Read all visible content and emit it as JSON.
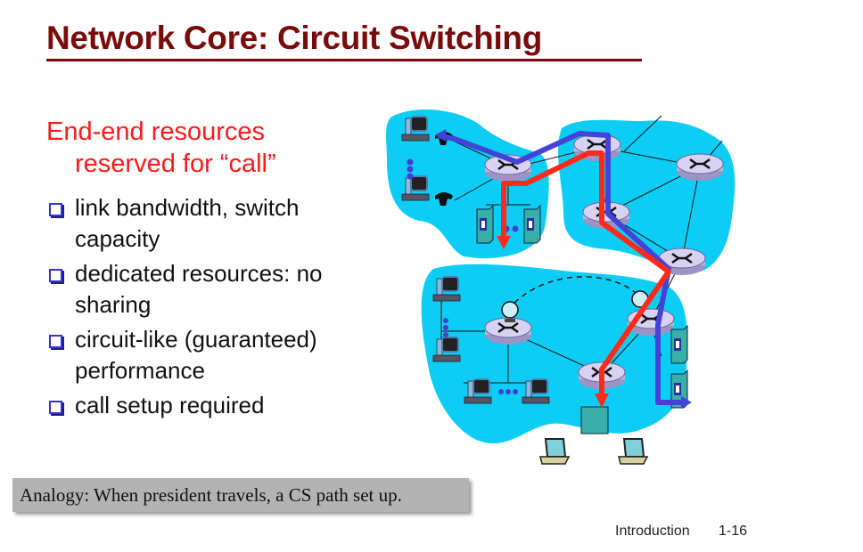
{
  "slide": {
    "title": "Network Core: Circuit Switching",
    "lead_line1": "End-end resources",
    "lead_line2": "reserved for “call”",
    "bullets": [
      {
        "line1": "link bandwidth,  switch",
        "line2": "capacity"
      },
      {
        "line1": "dedicated resources: no",
        "line2": "sharing"
      },
      {
        "line1": "circuit-like (guaranteed)",
        "line2": "performance"
      },
      {
        "line1": "call setup required",
        "line2": ""
      }
    ],
    "analogy": "Analogy: When president travels, a CS path set up.",
    "footer_section": "Introduction",
    "footer_page": "1-16"
  },
  "diagram": {
    "cloud_color": "#0dcdf4",
    "router_color": "#cfc8ec",
    "circuit_red": "#ff2a1a",
    "circuit_blue": "#4343d8",
    "icons": [
      "computer-icon",
      "telephone-icon",
      "router-icon",
      "server-icon",
      "satellite-dish-icon",
      "access-point-icon",
      "laptop-icon"
    ]
  }
}
